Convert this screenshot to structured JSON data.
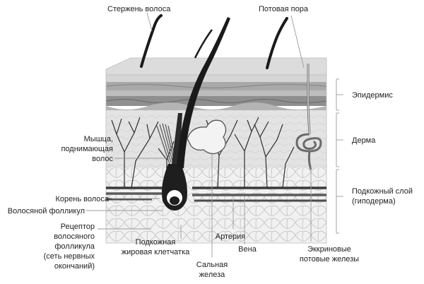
{
  "labels": {
    "hair_shaft": "Стержень волоса",
    "sweat_pore": "Потовая пора",
    "epidermis": "Эпидермис",
    "dermis": "Дерма",
    "hypodermis_1": "Подкожный слой",
    "hypodermis_2": "(гиподерма)",
    "muscle_1": "Мышца,",
    "muscle_2": "поднимающая",
    "muscle_3": "волос",
    "hair_root": "Корень волоса",
    "hair_follicle": "Волосяной фолликул",
    "receptor_1": "Рецептор",
    "receptor_2": "волосяного",
    "receptor_3": "фолликула",
    "receptor_4": "(сеть нервных",
    "receptor_5": "окончаний)",
    "fat_1": "Подкожная",
    "fat_2": "жировая клетчатка",
    "artery": "Артерия",
    "vein": "Вена",
    "sebaceous_1": "Сальная",
    "sebaceous_2": "железа",
    "eccrine_1": "Эккриновые",
    "eccrine_2": "потовые железы"
  }
}
